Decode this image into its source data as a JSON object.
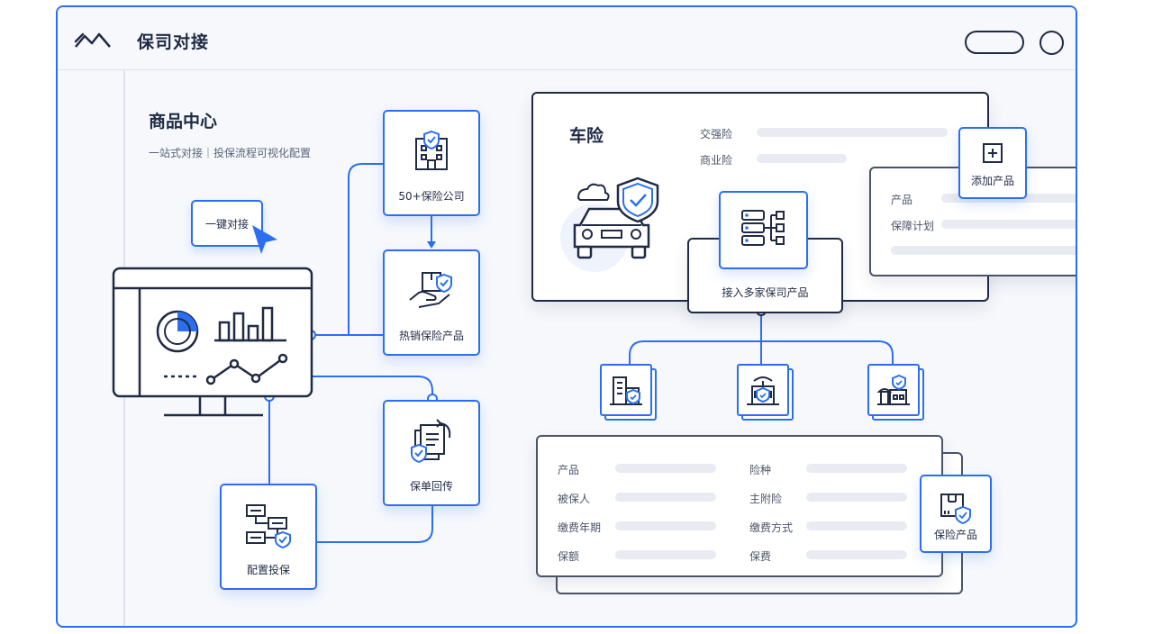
{
  "app": {
    "title": "保司对接"
  },
  "section": {
    "title": "商品中心",
    "subtitle": "一站式对接｜投保流程可视化配置"
  },
  "bubble": {
    "label": "一键对接"
  },
  "nodes": {
    "companies": "50+保险公司",
    "hot_products": "热销保险产品",
    "policy_return": "保单回传",
    "config": "配置投保",
    "connect": "接入多家保司产品",
    "add_product": "添加产品",
    "insurance_product": "保险产品"
  },
  "car_panel": {
    "title": "车险",
    "fields": [
      "交强险",
      "商业险"
    ]
  },
  "product_panel": {
    "fields": [
      "产品",
      "保障计划"
    ]
  },
  "detail_panel": {
    "left": [
      "产品",
      "被保人",
      "缴费年期",
      "保额"
    ],
    "right": [
      "险种",
      "主附险",
      "缴费方式",
      "保费"
    ]
  },
  "colors": {
    "accent": "#2b6ff0",
    "ink": "#1f2a44",
    "bg": "#f6f8fc"
  },
  "icons": [
    "logo-icon",
    "building-shield-icon",
    "hand-box-icon",
    "document-return-icon",
    "flow-config-icon",
    "server-tree-icon",
    "add-square-icon",
    "box-shield-icon",
    "monitor-chart-icon",
    "car-shield-icon",
    "cursor-icon"
  ]
}
